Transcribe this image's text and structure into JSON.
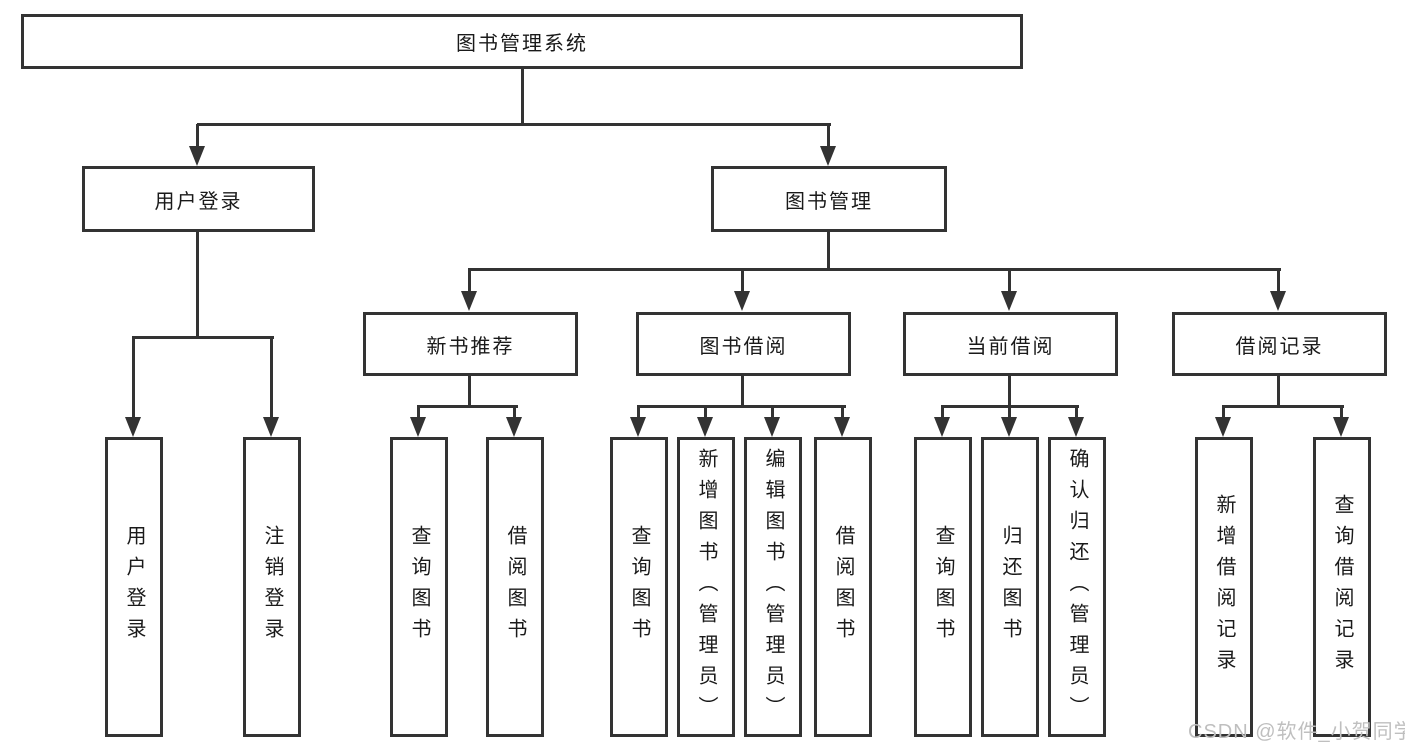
{
  "tree": {
    "label": "图书管理系统",
    "children": [
      {
        "label": "用户登录",
        "children": [
          {
            "label": "用户登录"
          },
          {
            "label": "注销登录"
          }
        ]
      },
      {
        "label": "图书管理",
        "children": [
          {
            "label": "新书推荐",
            "children": [
              {
                "label": "查询图书"
              },
              {
                "label": "借阅图书"
              }
            ]
          },
          {
            "label": "图书借阅",
            "children": [
              {
                "label": "查询图书"
              },
              {
                "label": "新增图书（管理员）"
              },
              {
                "label": "编辑图书（管理员）"
              },
              {
                "label": "借阅图书"
              }
            ]
          },
          {
            "label": "当前借阅",
            "children": [
              {
                "label": "查询图书"
              },
              {
                "label": "归还图书"
              },
              {
                "label": "确认归还（管理员）"
              }
            ]
          },
          {
            "label": "借阅记录",
            "children": [
              {
                "label": "新增借阅记录"
              },
              {
                "label": "查询借阅记录"
              }
            ]
          }
        ]
      }
    ]
  },
  "watermark": {
    "text": "CSDN @软件_小贺同学"
  },
  "colors": {
    "line": "#333333",
    "text": "#1a1a1a",
    "watermark": "#bfbfbf",
    "background": "#ffffff"
  }
}
